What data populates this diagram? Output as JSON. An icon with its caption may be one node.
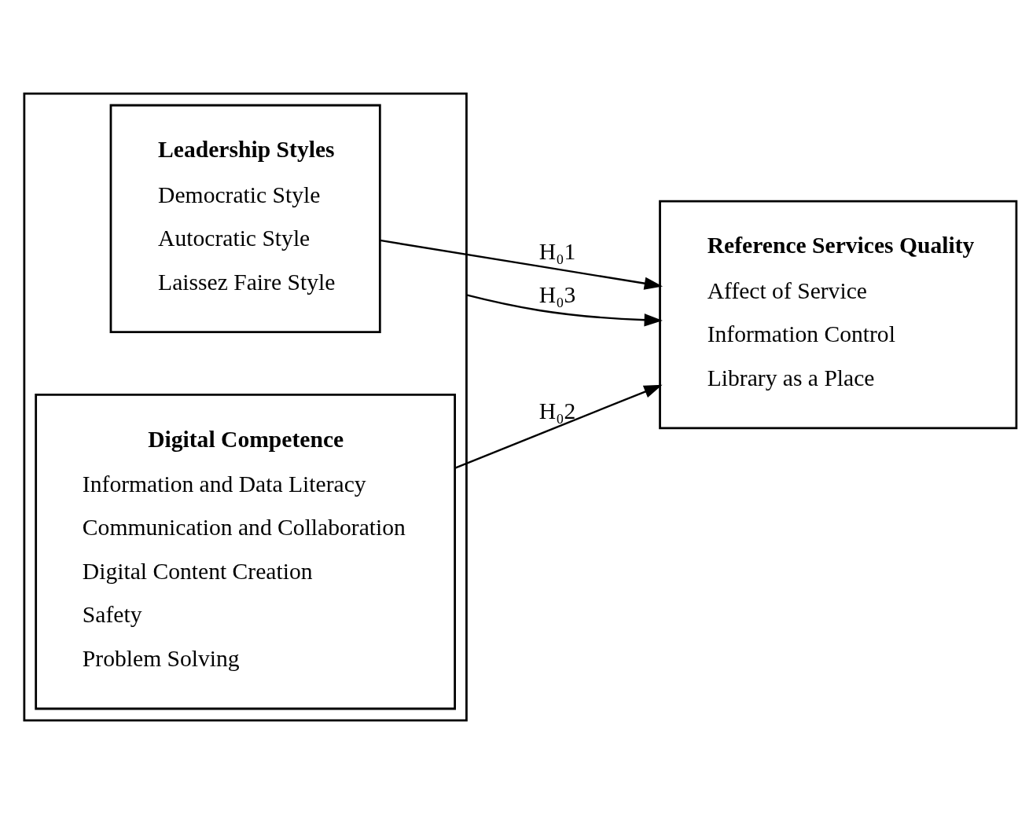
{
  "diagram": {
    "nodes": [
      {
        "text": [],
        "shape": "box"
      },
      {
        "text": [
          "Leadership Styles",
          "Democratic Style",
          "Autocratic Style",
          "Laissez Faire Style"
        ],
        "in": 0
      },
      {
        "text": [
          "Digital Competence",
          "Information and Data Literacy",
          "Communication and Collaboration",
          "Digital Content Creation",
          "Safety",
          "Problem Solving"
        ],
        "in": 0
      },
      {
        "text": [
          "Reference Services Quality",
          "Affect of Service",
          "Information Control",
          "Library as a Place"
        ]
      }
    ],
    "edges": [
      {
        "from": 1,
        "to": 3,
        "arrow": "to",
        "label": "H₀1"
      },
      {
        "from": 0,
        "to": 3,
        "arrow": "to",
        "label": "H₀3"
      },
      {
        "from": 2,
        "to": 3,
        "arrow": "to",
        "label": "H₀2"
      }
    ]
  }
}
